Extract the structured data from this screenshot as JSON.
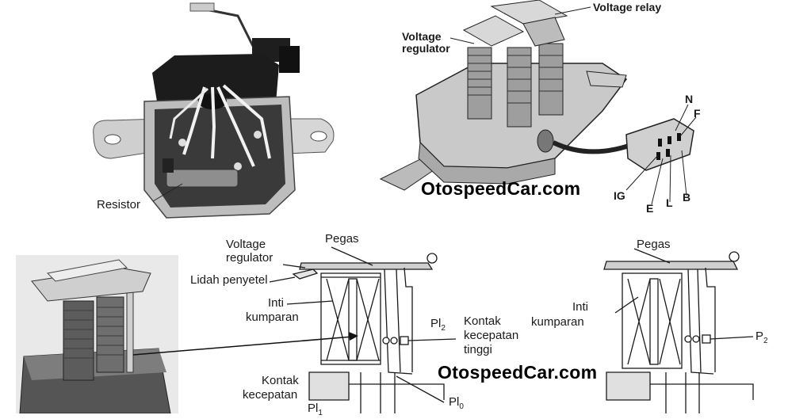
{
  "watermarks": {
    "top": "OtospeedCar.com",
    "bottom": "OtospeedCar.com"
  },
  "photo_top_left": {
    "resistor_label": "Resistor"
  },
  "diagram_top_right": {
    "voltage_relay": "Voltage relay",
    "voltage_regulator_l1": "Voltage",
    "voltage_regulator_l2": "regulator",
    "terminal_N": "N",
    "terminal_F": "F",
    "terminal_IG": "IG",
    "terminal_E": "E",
    "terminal_L": "L",
    "terminal_B": "B"
  },
  "diagram_bottom_middle": {
    "voltage_regulator_l1": "Voltage",
    "voltage_regulator_l2": "regulator",
    "pegas": "Pegas",
    "lidah_penyetel": "Lidah penyetel",
    "inti_l1": "Inti",
    "inti_l2": "kumparan",
    "pl2": "Pl",
    "pl2_sub": "2",
    "kontak_tinggi_l1": "Kontak",
    "kontak_tinggi_l2": "kecepatan",
    "kontak_tinggi_l3": "tinggi",
    "kontak_rendah_l1": "Kontak",
    "kontak_rendah_l2": "kecepatan",
    "pl1": "Pl",
    "pl1_sub": "1",
    "pl0": "Pl",
    "pl0_sub": "0"
  },
  "diagram_bottom_right": {
    "pegas": "Pegas",
    "inti_l1": "Inti",
    "inti_l2": "kumparan",
    "p2": "P",
    "p2_sub": "2"
  },
  "colors": {
    "ink": "#1a1a1a",
    "photo_dark": "#2b2b2b",
    "photo_mid": "#8a8a8a",
    "photo_light": "#d9d9d9",
    "diagram_fill": "#cfcfcf"
  }
}
